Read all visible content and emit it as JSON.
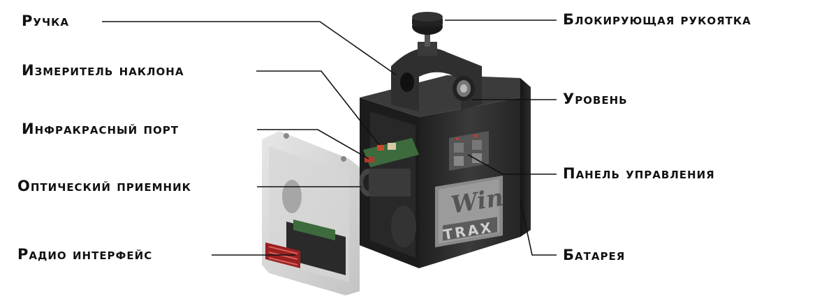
{
  "labels": {
    "handle": "Ручка",
    "locking_knob": "Блокирующая рукоятка",
    "inclinometer": "Измеритель наклона",
    "level": "Уровень",
    "infrared_port": "Инфракрасный порт",
    "control_panel": "Панель управления",
    "optical_receiver": "Оптический приемник",
    "radio_interface": "Радио интерфейс",
    "battery": "Батарея"
  },
  "logo": {
    "line1": "Win",
    "line2": "TRAX"
  },
  "colors": {
    "device_body": "#2b2b2b",
    "device_dark": "#1a1a1a",
    "panel_grey": "#6f6f6f",
    "cover_translucent": "#cfcfcf",
    "pcb_green": "#3d6b3d",
    "radio_red": "#9a2020",
    "leader_line": "#111111"
  }
}
